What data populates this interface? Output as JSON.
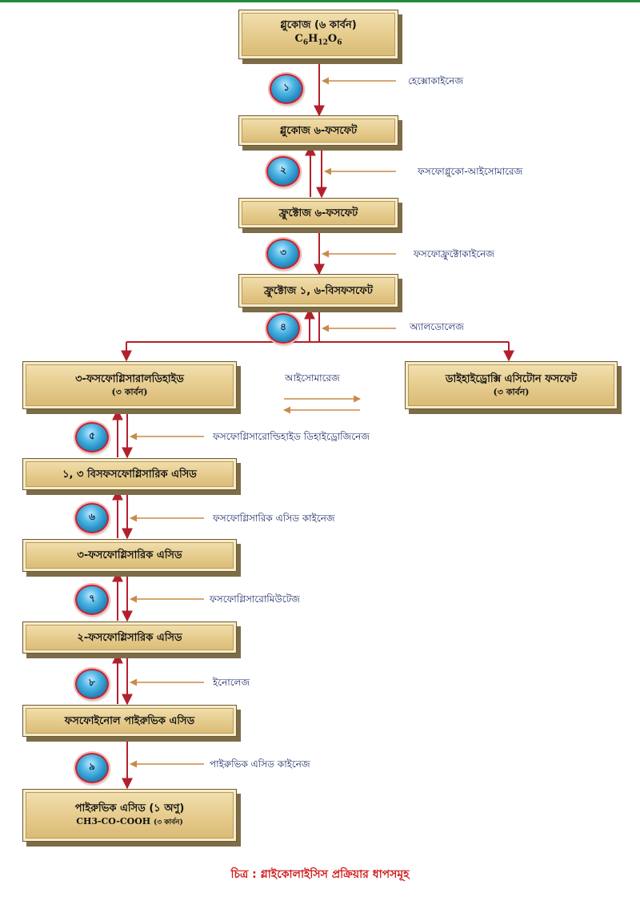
{
  "boxes": {
    "glucose": {
      "title": "গ্লুকোজ (৬ কার্বন)",
      "formula": {
        "c": "C",
        "c_sub": "6",
        "h": "H",
        "h_sub": "12",
        "o": "O",
        "o_sub": "6"
      }
    },
    "g6p": {
      "title": "গ্লুকোজ ৬-ফসফেট"
    },
    "f6p": {
      "title": "ফ্রুক্টোজ ৬-ফসফেট"
    },
    "f16bp": {
      "title": "ফ্রুক্টোজ ১, ৬-বিসফসফেট"
    },
    "g3p": {
      "title": "৩-ফসফোগ্লিসারালডিহাইড",
      "sub": "(৩ কার্বন)"
    },
    "dhap": {
      "title": "ডাইহাইড্রোক্সি এসিটোন ফসফেট",
      "sub": "(৩ কার্বন)"
    },
    "bpg": {
      "title": "১, ৩ বিসফসফোগ্লিসারিক এসিড"
    },
    "pg3": {
      "title": "৩-ফসফোগ্লিসারিক এসিড"
    },
    "pg2": {
      "title": "২-ফসফোগ্লিসারিক এসিড"
    },
    "pep": {
      "title": "ফসফোইনোল পাইরুভিক এসিড"
    },
    "pyruvate": {
      "title": "পাইরুভিক এসিড (১ অণু)",
      "formula": "CH3-CO-COOH",
      "formula_note": "(৩ কার্বন)"
    }
  },
  "steps": [
    "১",
    "২",
    "৩",
    "৪",
    "৫",
    "৬",
    "৭",
    "৮",
    "৯"
  ],
  "enzymes": {
    "e1": "হেক্সোকাইনেজ",
    "e2": "ফসফোগ্লুকো-আইসোমারেজ",
    "e3": "ফসফোফ্রুক্টোকাইনেজ",
    "e4": "অ্যালডোলেজ",
    "iso": "আইসোমারেজ",
    "e5": "ফসফোগ্লিসারোল্ডিহাইড ডিহাইড্রোজিনেজ",
    "e6": "ফসফোগ্লিসারিক এসিড কাইনেজ",
    "e7": "ফসফোগ্লিসারোমিউটেজ",
    "e8": "ইনোলেজ",
    "e9": "পাইরুভিক এসিড কাইনেজ"
  },
  "caption": "চিত্র : গ্লাইকোলাইসিস প্রক্রিয়ার ধাপসমূহ",
  "colors": {
    "arrow_main": "#b3202b",
    "arrow_enzyme": "#c98a4a",
    "caption": "#d11a1a",
    "step_circle": "#2e9ad0"
  }
}
